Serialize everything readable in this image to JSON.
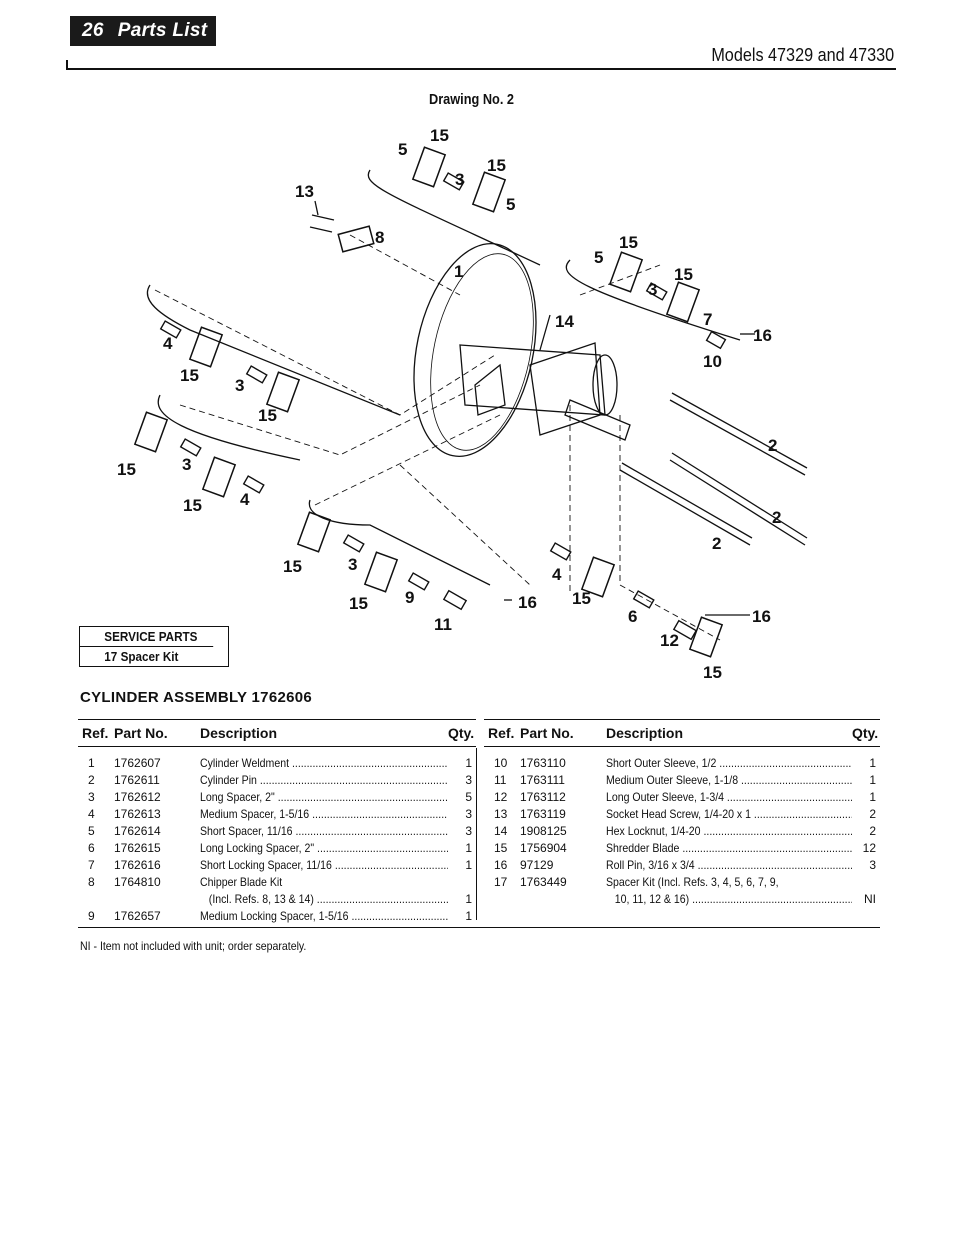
{
  "header": {
    "page_number": "26",
    "section": "Parts List",
    "models": "Models 47329 and 47330"
  },
  "drawing": {
    "title": "Drawing No. 2",
    "callouts": [
      {
        "id": "c15a",
        "text": "15"
      },
      {
        "id": "c5a",
        "text": "5"
      },
      {
        "id": "c15b",
        "text": "15"
      },
      {
        "id": "c3a",
        "text": "3"
      },
      {
        "id": "c5b",
        "text": "5"
      },
      {
        "id": "c13",
        "text": "13"
      },
      {
        "id": "c8",
        "text": "8"
      },
      {
        "id": "c1",
        "text": "1"
      },
      {
        "id": "c15c",
        "text": "15"
      },
      {
        "id": "c5c",
        "text": "5"
      },
      {
        "id": "c15d",
        "text": "15"
      },
      {
        "id": "c3b",
        "text": "3"
      },
      {
        "id": "c7",
        "text": "7"
      },
      {
        "id": "c16a",
        "text": "16"
      },
      {
        "id": "c10",
        "text": "10"
      },
      {
        "id": "c14",
        "text": "14"
      },
      {
        "id": "c4a",
        "text": "4"
      },
      {
        "id": "c15e",
        "text": "15"
      },
      {
        "id": "c3c",
        "text": "3"
      },
      {
        "id": "c15f",
        "text": "15"
      },
      {
        "id": "c15g",
        "text": "15"
      },
      {
        "id": "c3d",
        "text": "3"
      },
      {
        "id": "c15h",
        "text": "15"
      },
      {
        "id": "c4b",
        "text": "4"
      },
      {
        "id": "c2a",
        "text": "2"
      },
      {
        "id": "c2b",
        "text": "2"
      },
      {
        "id": "c2c",
        "text": "2"
      },
      {
        "id": "c15i",
        "text": "15"
      },
      {
        "id": "c3e",
        "text": "3"
      },
      {
        "id": "c15j",
        "text": "15"
      },
      {
        "id": "c9",
        "text": "9"
      },
      {
        "id": "c16b",
        "text": "16"
      },
      {
        "id": "c11",
        "text": "11"
      },
      {
        "id": "c4c",
        "text": "4"
      },
      {
        "id": "c15k",
        "text": "15"
      },
      {
        "id": "c6",
        "text": "6"
      },
      {
        "id": "c16c",
        "text": "16"
      },
      {
        "id": "c12",
        "text": "12"
      },
      {
        "id": "c15l",
        "text": "15"
      }
    ]
  },
  "service_parts": {
    "title": "SERVICE PARTS",
    "item": "17  Spacer Kit"
  },
  "assembly": {
    "title": "CYLINDER ASSEMBLY 1762606"
  },
  "table_headers": {
    "ref": "Ref.",
    "part": "Part No.",
    "desc": "Description",
    "qty": "Qty."
  },
  "left_rows": [
    {
      "ref": "1",
      "part": "1762607",
      "desc": "Cylinder Weldment",
      "qty": "1"
    },
    {
      "ref": "2",
      "part": "1762611",
      "desc": "Cylinder Pin",
      "qty": "3"
    },
    {
      "ref": "3",
      "part": "1762612",
      "desc": "Long Spacer, 2\"",
      "qty": "5"
    },
    {
      "ref": "4",
      "part": "1762613",
      "desc": "Medium Spacer, 1-5/16",
      "qty": "3"
    },
    {
      "ref": "5",
      "part": "1762614",
      "desc": "Short Spacer, 11/16",
      "qty": "3"
    },
    {
      "ref": "6",
      "part": "1762615",
      "desc": "Long Locking Spacer, 2\"",
      "qty": "1"
    },
    {
      "ref": "7",
      "part": "1762616",
      "desc": "Short Locking Spacer, 11/16",
      "qty": "1"
    },
    {
      "ref": "8",
      "part": "1764810",
      "desc": "Chipper Blade Kit",
      "qty": ""
    },
    {
      "ref": "",
      "part": "",
      "desc": "   (Incl. Refs. 8, 13 & 14)",
      "qty": "1"
    },
    {
      "ref": "9",
      "part": "1762657",
      "desc": "Medium Locking Spacer, 1-5/16",
      "qty": "1"
    }
  ],
  "right_rows": [
    {
      "ref": "10",
      "part": "1763110",
      "desc": "Short Outer Sleeve, 1/2",
      "qty": "1"
    },
    {
      "ref": "11",
      "part": "1763111",
      "desc": "Medium Outer Sleeve, 1-1/8",
      "qty": "1"
    },
    {
      "ref": "12",
      "part": "1763112",
      "desc": "Long Outer Sleeve, 1-3/4",
      "qty": "1"
    },
    {
      "ref": "13",
      "part": "1763119",
      "desc": "Socket Head Screw, 1/4-20 x 1",
      "qty": "2"
    },
    {
      "ref": "14",
      "part": "1908125",
      "desc": "Hex Locknut, 1/4-20",
      "qty": "2"
    },
    {
      "ref": "15",
      "part": "1756904",
      "desc": "Shredder Blade",
      "qty": "12"
    },
    {
      "ref": "16",
      "part": "97129",
      "desc": "Roll Pin, 3/16 x 3/4",
      "qty": "3"
    },
    {
      "ref": "17",
      "part": "1763449",
      "desc": "Spacer Kit (Incl. Refs. 3, 4, 5, 6, 7, 9,",
      "qty": ""
    },
    {
      "ref": "",
      "part": "",
      "desc": "   10, 11, 12 & 16)",
      "qty": "NI"
    }
  ],
  "note": "NI -  Item not included with unit; order separately."
}
